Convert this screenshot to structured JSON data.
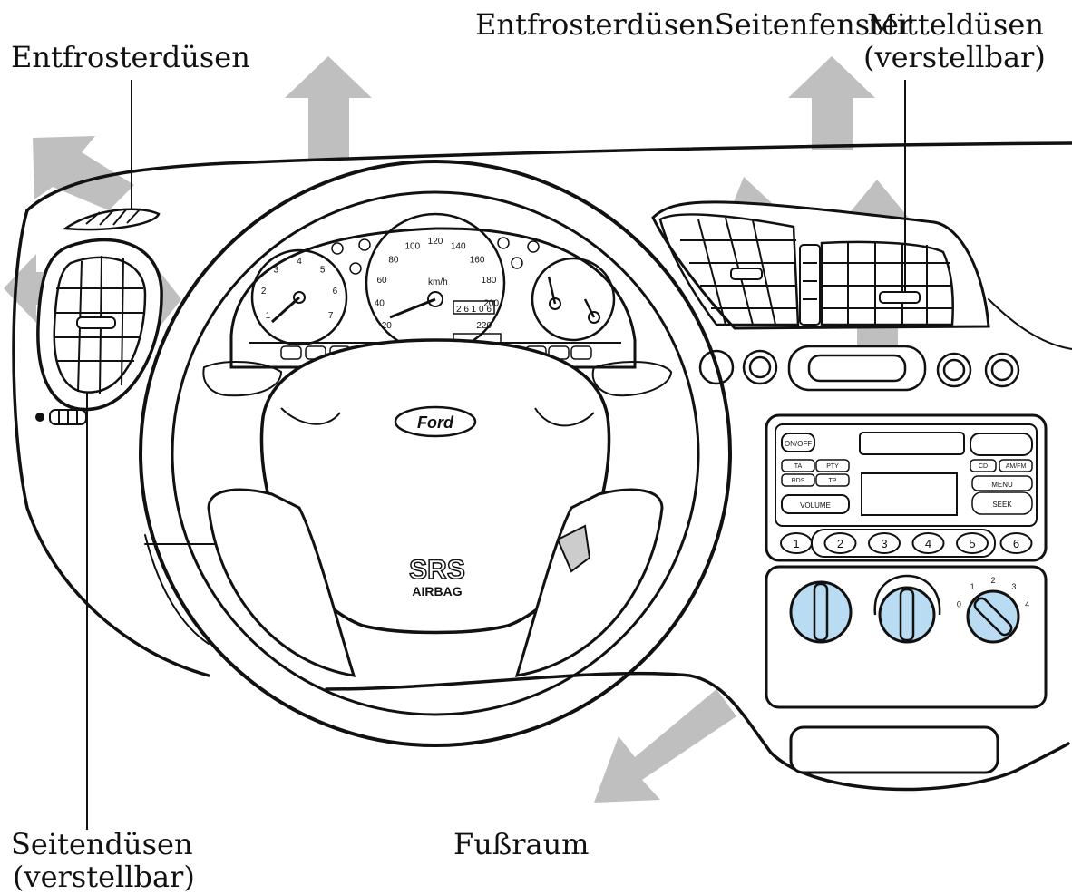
{
  "labels": {
    "defroster_left": "Entfrosterdüsen",
    "defroster_side_windows": "EntfrosterdüsenSeitenfenster",
    "center_vents_line1": "Mitteldüsen",
    "center_vents_line2": "(verstellbar)",
    "side_vents_line1": "Seitendüsen",
    "side_vents_line2": "(verstellbar)",
    "footwell": "Fußraum"
  },
  "dashboard": {
    "brand_badge": "Ford",
    "airbag_line1": "SRS",
    "airbag_line2": "AIRBAG",
    "speed_unit": "km/h",
    "odometer": "2 6 1 0 6",
    "speedo_ticks": [
      "20",
      "40",
      "60",
      "80",
      "100",
      "120",
      "140",
      "160",
      "180",
      "200",
      "220"
    ],
    "tacho_ticks": [
      "1",
      "2",
      "3",
      "4",
      "5",
      "6",
      "7"
    ],
    "radio": {
      "power_button": "ON/OFF",
      "volume_button": "VOLUME",
      "menu_button": "MENU",
      "seek_button": "SEEK",
      "left_keys": [
        "TA",
        "PTY",
        "RDS",
        "TP"
      ],
      "right_keys": [
        "CD",
        "AM/FM"
      ],
      "preset_buttons": [
        "1",
        "2",
        "3",
        "4",
        "5",
        "6"
      ]
    },
    "fan_scale": [
      "0",
      "1",
      "2",
      "3",
      "4"
    ]
  },
  "colors": {
    "airflow_arrow": "#bfbfbf",
    "knob_fill": "#b9dcf2",
    "line": "#111111"
  }
}
